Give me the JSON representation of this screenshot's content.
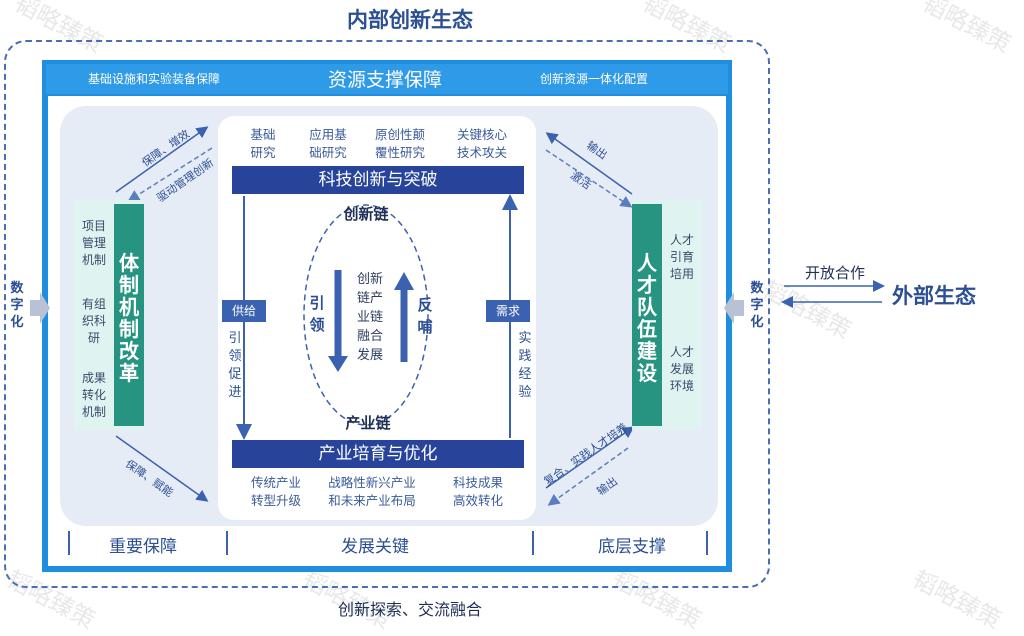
{
  "top_title": "内部创新生态",
  "banner": {
    "left": "基础设施和实验装备保障",
    "center": "资源支撑保障",
    "right": "创新资源一体化配置"
  },
  "top_categories": [
    "基础\n研究",
    "应用基\n础研究",
    "原创性颠\n覆性研究",
    "关键核心\n技术攻关"
  ],
  "top_bar": "科技创新与突破",
  "chain_top": "创新链",
  "chain_bottom": "产业链",
  "yin_ling": "引\n领",
  "fan_bu": "反\n哺",
  "center_text": "创新\n链产\n业链\n融合\n发展",
  "gong_ji": "供给",
  "yin_ling_cu_jin": "引\n领\n促\n进",
  "xu_qiu": "需求",
  "shi_jian_jing_yan": "实\n践\n经\n验",
  "bottom_bar": "产业培育与优化",
  "bottom_categories": [
    "传统产业\n转型升级",
    "战略性新兴产业\n和未来产业布局",
    "科技成果\n高效转化"
  ],
  "left_block": {
    "title": "体\n制\n机\n制\n改\n革",
    "items": [
      "项目\n管理\n机制",
      "有组\n织科\n研",
      "成果\n转化\n机制"
    ]
  },
  "right_block": {
    "title": "人\n才\n队\n伍\n建\n设",
    "items": [
      "人才\n引育\n培用",
      "人才\n发展\n环境"
    ]
  },
  "arrow_labels": {
    "tl_outer": "保障、增效",
    "tl_inner": "驱动管理创新",
    "tr_outer": "输出",
    "tr_inner": "激活",
    "bl": "保障、赋能",
    "br_outer": "复合、实践人才培养",
    "br_inner": "输出"
  },
  "bottom_labels": [
    "重要保障",
    "发展关键",
    "底层支撑"
  ],
  "digital_left": "数\n字\n化",
  "digital_right": "数\n字\n化",
  "open_coop": "开放合作",
  "external": "外部生态",
  "footer": "创新探索、交流融合",
  "watermark": "韬略臻策",
  "colors": {
    "frame": "#1f8ee0",
    "dark_bar": "#27449a",
    "teal": "#279482",
    "panel": "#e6ecf6"
  }
}
